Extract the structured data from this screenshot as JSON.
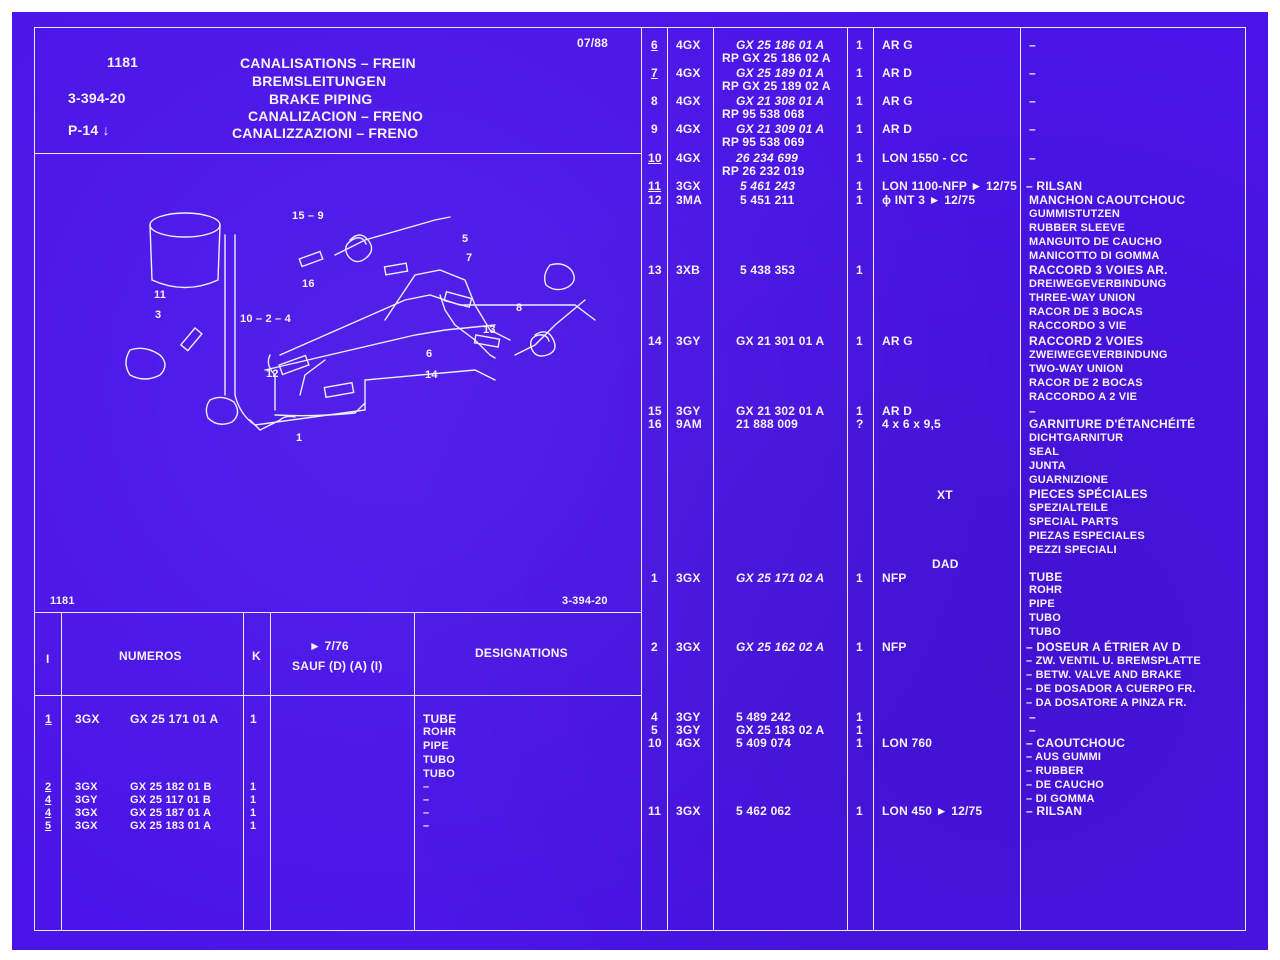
{
  "header": {
    "code": "1181",
    "date": "07/88",
    "ref": "3-394-20",
    "page": "P-14",
    "page_arrow": "↓",
    "titles": [
      "CANALISATIONS – FREIN",
      "BREMSLEITUNGEN",
      "BRAKE PIPING",
      "CANALIZACION – FRENO",
      "CANALIZZAZIONI – FRENO"
    ]
  },
  "drawing": {
    "footer_left": "1181",
    "footer_right": "3-394-20",
    "callouts": [
      "15 – 9",
      "5",
      "7",
      "16",
      "11",
      "3",
      "10 – 2 – 4",
      "8",
      "13",
      "6",
      "14",
      "1",
      "12"
    ]
  },
  "bottom_table": {
    "headers": {
      "index": "I",
      "numeros": "NUMEROS",
      "k": "K",
      "note_top": "► 7/76",
      "note_bottom": "SAUF (D) (A) (I)",
      "designations": "DESIGNATIONS"
    },
    "rows": [
      {
        "idx": "1",
        "code": "3GX",
        "part": "GX 25 171 01 A",
        "k": "1",
        "desig": [
          "TUBE",
          "ROHR",
          "PIPE",
          "TUBO",
          "TUBO"
        ]
      },
      {
        "idx": "2",
        "code": "3GX",
        "part": "GX 25 182 01 B",
        "k": "1",
        "desig": [
          "–"
        ]
      },
      {
        "idx": "4",
        "code": "3GY",
        "part": "GX 25 117 01 B",
        "k": "1",
        "desig": [
          "–"
        ]
      },
      {
        "idx": "4",
        "code": "3GX",
        "part": "GX 25 187 01 A",
        "k": "1",
        "desig": [
          "–"
        ]
      },
      {
        "idx": "5",
        "code": "3GX",
        "part": "GX 25 183 01 A",
        "k": "1",
        "desig": [
          "–"
        ]
      }
    ]
  },
  "right_table": {
    "rows": [
      {
        "idx": "6",
        "code": "4GX",
        "part": "GX 25 186 01 A",
        "part2": "RP GX 25 186 02 A",
        "k": "1",
        "note": "AR G",
        "desig": [
          "–"
        ]
      },
      {
        "idx": "7",
        "code": "4GX",
        "part": "GX 25 189 01 A",
        "part2": "RP GX 25 189 02 A",
        "k": "1",
        "note": "AR D",
        "desig": [
          "–"
        ]
      },
      {
        "idx": "8",
        "code": "4GX",
        "part": "GX 21 308 01 A",
        "part2": "RP 95 538 068",
        "k": "1",
        "note": "AR G",
        "desig": [
          "–"
        ]
      },
      {
        "idx": "9",
        "code": "4GX",
        "part": "GX 21 309 01 A",
        "part2": "RP 95 538 069",
        "k": "1",
        "note": "AR D",
        "desig": [
          "–"
        ]
      },
      {
        "idx": "10",
        "code": "4GX",
        "part": "26 234 699",
        "part2": "RP 26 232 019",
        "k": "1",
        "note": "LON 1550 - CC",
        "desig": [
          "–"
        ]
      },
      {
        "idx": "11",
        "code": "3GX",
        "part": "5 461 243",
        "part2": "",
        "k": "1",
        "note": "LON 1100-NFP ► 12/75",
        "desig": [
          "– RILSAN"
        ]
      },
      {
        "idx": "12",
        "code": "3MA",
        "part": "5 451 211",
        "part2": "",
        "k": "1",
        "note": "ϕ INT 3      ► 12/75",
        "desig": [
          "MANCHON CAOUTCHOUC",
          "GUMMISTUTZEN",
          "RUBBER SLEEVE",
          "MANGUITO DE CAUCHO",
          "MANICOTTO DI GOMMA"
        ]
      },
      {
        "idx": "13",
        "code": "3XB",
        "part": "5 438 353",
        "part2": "",
        "k": "1",
        "note": "",
        "desig": [
          "RACCORD 3 VOIES AR.",
          "DREIWEGEVERBINDUNG",
          "THREE-WAY UNION",
          "RACOR DE 3 BOCAS",
          "RACCORDO 3 VIE"
        ]
      },
      {
        "idx": "14",
        "code": "3GY",
        "part": "GX 21 301 01 A",
        "part2": "",
        "k": "1",
        "note": "AR G",
        "desig": [
          "RACCORD 2 VOIES",
          "ZWEIWEGEVERBINDUNG",
          "TWO-WAY UNION",
          "RACOR DE 2 BOCAS",
          "RACCORDO A 2 VIE"
        ]
      },
      {
        "idx": "15",
        "code": "3GY",
        "part": "GX 21 302 01 A",
        "part2": "",
        "k": "1",
        "note": "AR D",
        "desig": [
          "–"
        ]
      },
      {
        "idx": "16",
        "code": "9AM",
        "part": "21 888 009",
        "part2": "",
        "k": "?",
        "note": "4 x 6 x 9,5",
        "desig": [
          "GARNITURE D'ÉTANCHÉITÉ",
          "DICHTGARNITUR",
          "SEAL",
          "JUNTA",
          "GUARNIZIONE"
        ]
      }
    ],
    "section_xt": {
      "label": "XT",
      "desig": [
        "PIECES SPÉCIALES",
        "SPEZIALTEILE",
        "SPECIAL PARTS",
        "PIEZAS ESPECIALES",
        "PEZZI SPECIALI"
      ]
    },
    "section_dad": {
      "label": "DAD"
    },
    "dad_rows": [
      {
        "idx": "1",
        "code": "3GX",
        "part": "GX 25 171 02 A",
        "k": "1",
        "note": "NFP",
        "desig": [
          "TUBE",
          "ROHR",
          "PIPE",
          "TUBO",
          "TUBO"
        ]
      },
      {
        "idx": "2",
        "code": "3GX",
        "part": "GX 25 162 02 A",
        "k": "1",
        "note": "NFP",
        "desig": [
          "– DOSEUR A ÉTRIER AV D",
          "– ZW. VENTIL U. BREMSPLATTE",
          "– BETW. VALVE AND BRAKE",
          "– DE DOSADOR A CUERPO FR.",
          "– DA DOSATORE A PINZA FR."
        ]
      },
      {
        "idx": "4",
        "code": "3GY",
        "part": "5 489 242",
        "k": "1",
        "note": "",
        "desig": [
          "–"
        ]
      },
      {
        "idx": "5",
        "code": "3GY",
        "part": "GX 25 183 02 A",
        "k": "1",
        "note": "",
        "desig": [
          "–"
        ]
      },
      {
        "idx": "10",
        "code": "4GX",
        "part": "5 409 074",
        "k": "1",
        "note": "LON 760",
        "desig": [
          "– CAOUTCHOUC",
          "– AUS GUMMI",
          "– RUBBER",
          "– DE CAUCHO",
          "– DI GOMMA"
        ]
      },
      {
        "idx": "11",
        "code": "3GX",
        "part": "5 462 062",
        "k": "1",
        "note": "LON 450      ► 12/75",
        "desig": [
          "– RILSAN"
        ]
      }
    ]
  }
}
